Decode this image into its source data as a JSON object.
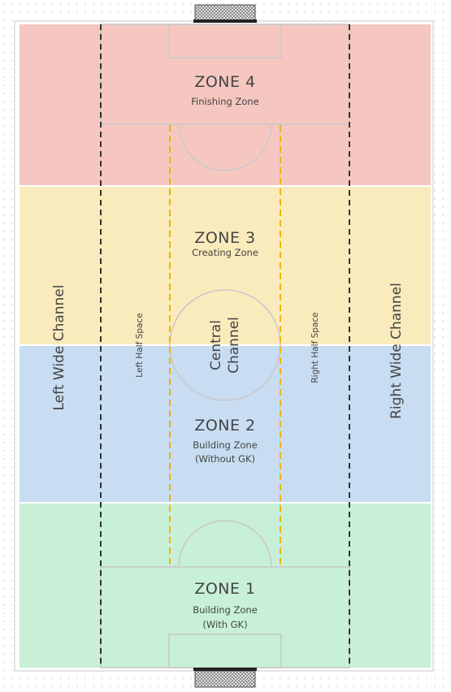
{
  "zones": [
    {
      "id": "zone4",
      "title": "ZONE 4",
      "sub": [
        "Finishing Zone"
      ],
      "color": "#f5c7c0"
    },
    {
      "id": "zone3",
      "title": "ZONE 3",
      "sub": [
        "Creating Zone"
      ],
      "color": "#faebbc"
    },
    {
      "id": "zone2",
      "title": "ZONE 2",
      "sub": [
        "Building Zone",
        "(Without GK)"
      ],
      "color": "#c8ddf2"
    },
    {
      "id": "zone1",
      "title": "ZONE 1",
      "sub": [
        "Building Zone",
        "(With GK)"
      ],
      "color": "#c8f0d8"
    }
  ],
  "channels": {
    "left_wide": "Left Wide Channel",
    "left_half": "Left Half Space",
    "central_line1": "Central",
    "central_line2": "Channel",
    "right_half": "Right Half Space",
    "right_wide": "Right Wide Channel"
  },
  "colors": {
    "channel_line": "#333333",
    "half_space_line": "#f0b400",
    "pitch_marking": "#c9c9c9",
    "goal_net": "#888888"
  }
}
